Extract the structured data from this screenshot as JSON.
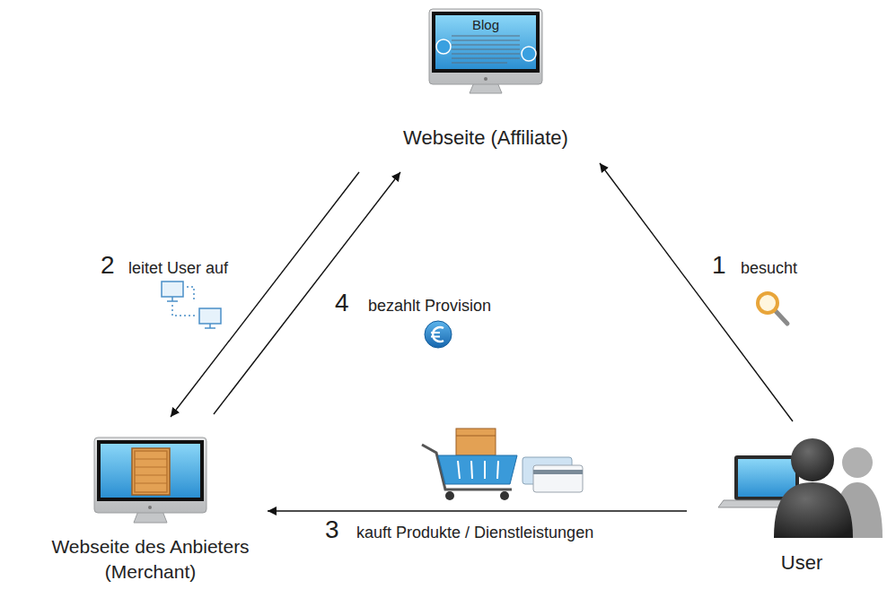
{
  "diagram": {
    "nodes": [
      {
        "text": [
          "Webseite (Affiliate)"
        ]
      },
      {
        "text": [
          "Webseite des Anbieters (Merchant)"
        ]
      },
      {
        "text": [
          "User"
        ]
      }
    ],
    "edges": [
      {
        "from": 2,
        "to": 0,
        "arrow": "to",
        "label": "besucht"
      },
      {
        "from": 0,
        "to": 1,
        "arrow": "to",
        "label": "leitet User auf"
      },
      {
        "from": 1,
        "to": 0,
        "arrow": "to",
        "label": "bezahlt Provision"
      },
      {
        "from": 2,
        "to": 1,
        "arrow": "to",
        "label": "kauft Produkte / Dienstleistungen"
      }
    ],
    "labels": [
      "Blog",
      "2",
      "1",
      "4",
      "3"
    ]
  }
}
